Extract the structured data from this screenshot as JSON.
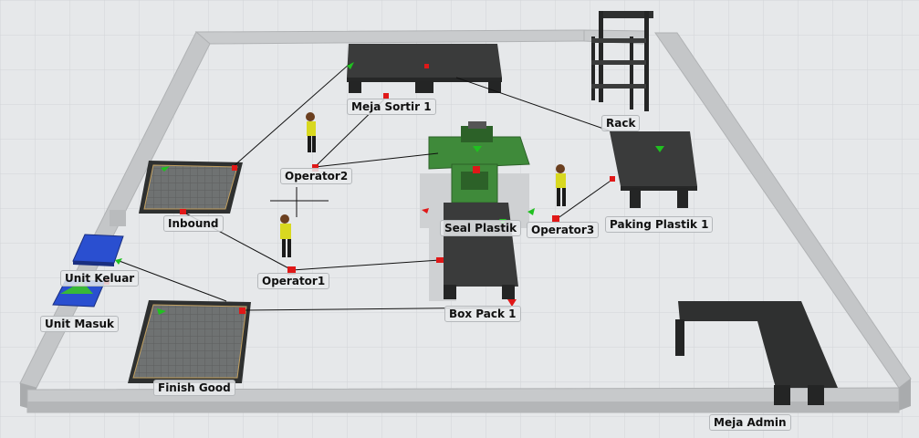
{
  "scene": {
    "objects": [
      {
        "id": "meja-sortir-1",
        "label": "Meja Sortir 1",
        "kind": "table"
      },
      {
        "id": "rack",
        "label": "Rack",
        "kind": "rack"
      },
      {
        "id": "operator2",
        "label": "Operator2",
        "kind": "operator"
      },
      {
        "id": "inbound",
        "label": "Inbound",
        "kind": "queue"
      },
      {
        "id": "seal-plastik",
        "label": "Seal Plastik",
        "kind": "machine"
      },
      {
        "id": "operator3",
        "label": "Operator3",
        "kind": "operator"
      },
      {
        "id": "paking-plastik-1",
        "label": "Paking Plastik 1",
        "kind": "table"
      },
      {
        "id": "unit-keluar",
        "label": "Unit Keluar",
        "kind": "sink"
      },
      {
        "id": "operator1",
        "label": "Operator1",
        "kind": "operator"
      },
      {
        "id": "unit-masuk",
        "label": "Unit Masuk",
        "kind": "source"
      },
      {
        "id": "box-pack-1",
        "label": "Box Pack 1",
        "kind": "table"
      },
      {
        "id": "finish-good",
        "label": "Finish Good",
        "kind": "queue"
      },
      {
        "id": "meja-admin",
        "label": "Meja Admin",
        "kind": "desk"
      }
    ]
  },
  "colors": {
    "floor": "#e6e8ea",
    "grid": "#d2d5d8",
    "wall_top": "#c9cbcd",
    "wall_side": "#a9abad",
    "furniture": "#2f3030",
    "furniture_top": "#3a3b3b",
    "machine": "#3f8a3a",
    "port_red": "#e01818",
    "port_green": "#20c020",
    "operator_shirt": "#d8d820",
    "source_blue": "#2a4fd0"
  }
}
